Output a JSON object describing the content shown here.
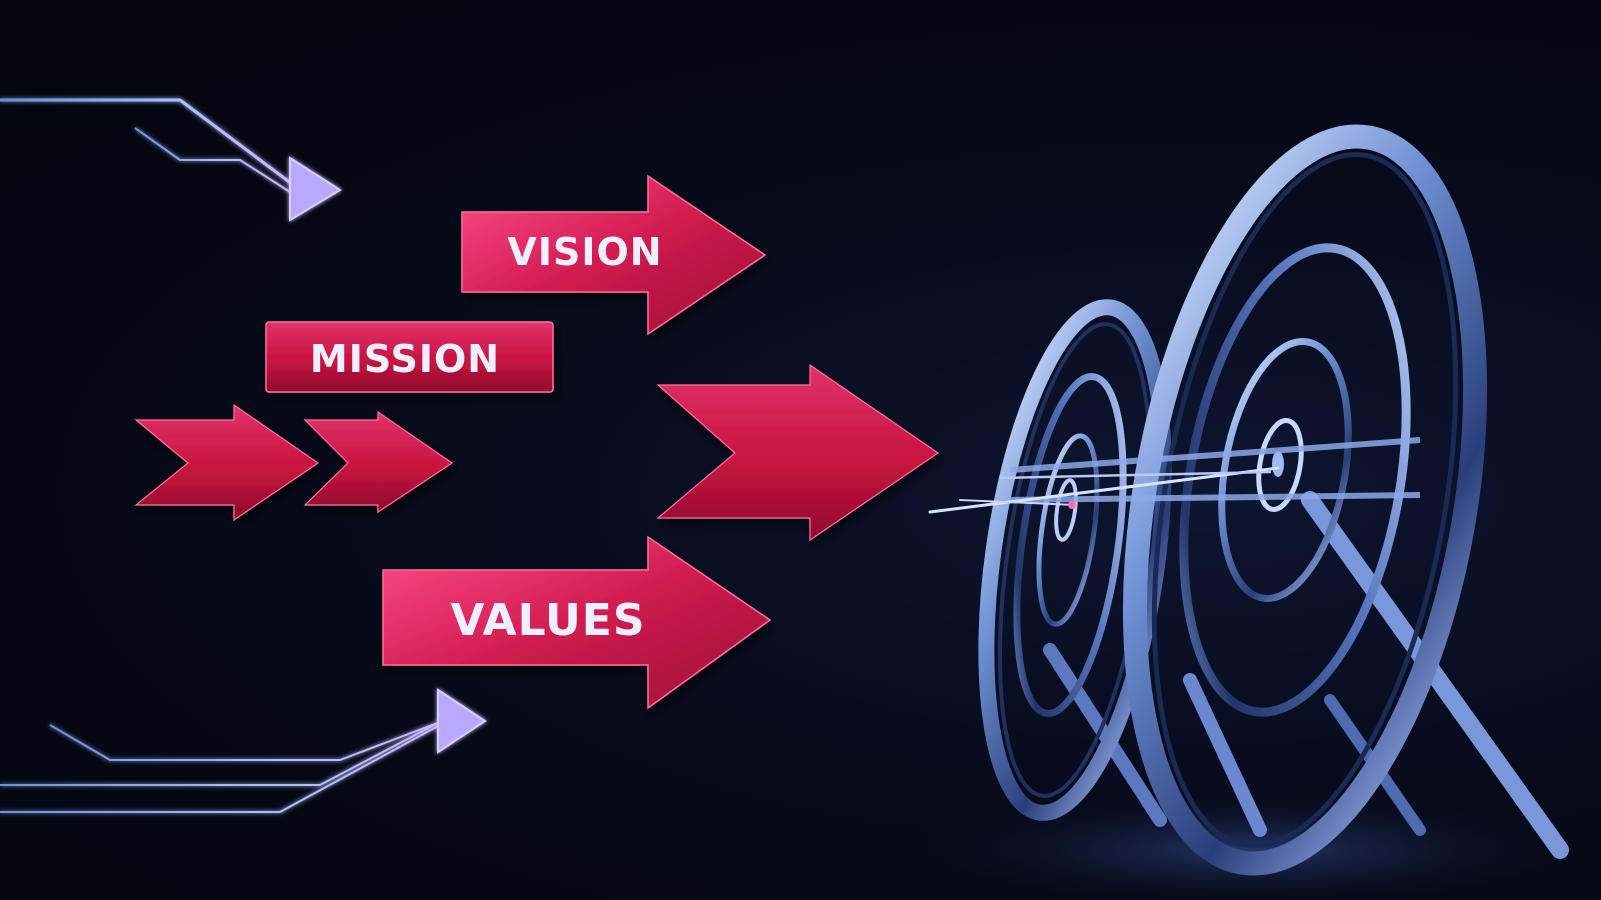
{
  "labels": {
    "vision": "VISION",
    "mission": "MISSION",
    "values": "VALUES"
  },
  "colors": {
    "background": "#050813",
    "arrow_red": "#c8143f",
    "arrow_red_highlight": "#e0336a",
    "line_blue": "#8fb0ff",
    "line_violet": "#b9a8ff",
    "target_steel": "#7fa3e6"
  },
  "icons": [
    "arrow-icon",
    "target-icon",
    "dart-icon"
  ]
}
